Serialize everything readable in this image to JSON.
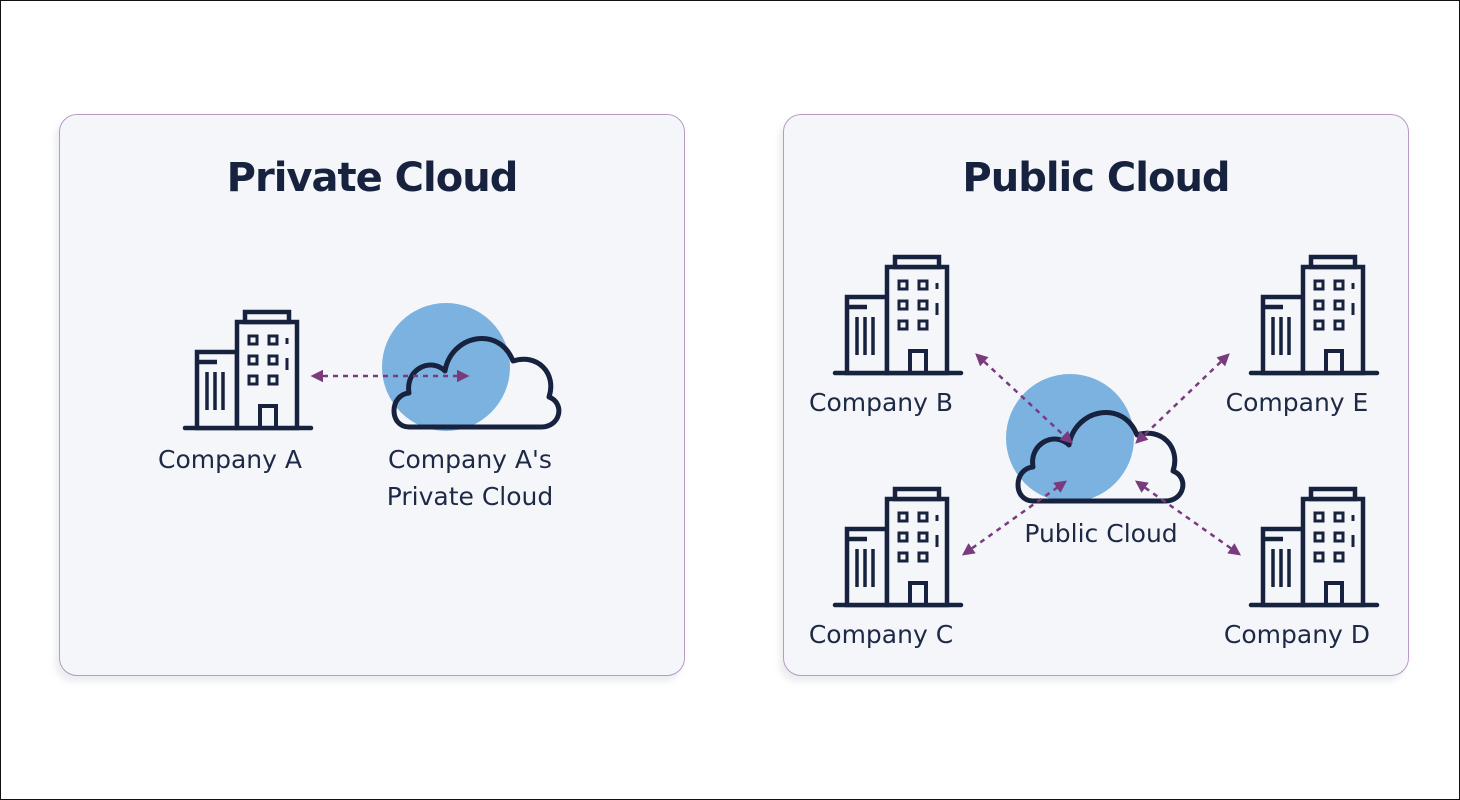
{
  "colors": {
    "panel_border": "#b79ac6",
    "panel_bg": "#f5f6fa",
    "ink": "#17223f",
    "cloud_fill": "#7cb2e0",
    "arrow": "#7a3b7e"
  },
  "private_panel": {
    "title": "Private Cloud",
    "company_label": "Company A",
    "cloud_label_line1": "Company A's",
    "cloud_label_line2": "Private Cloud"
  },
  "public_panel": {
    "title": "Public Cloud",
    "cloud_label": "Public Cloud",
    "companies": [
      {
        "id": "b",
        "label": "Company B"
      },
      {
        "id": "c",
        "label": "Company C"
      },
      {
        "id": "d",
        "label": "Company D"
      },
      {
        "id": "e",
        "label": "Company E"
      }
    ]
  },
  "icons": {
    "building": "building-icon",
    "cloud": "cloud-icon"
  }
}
